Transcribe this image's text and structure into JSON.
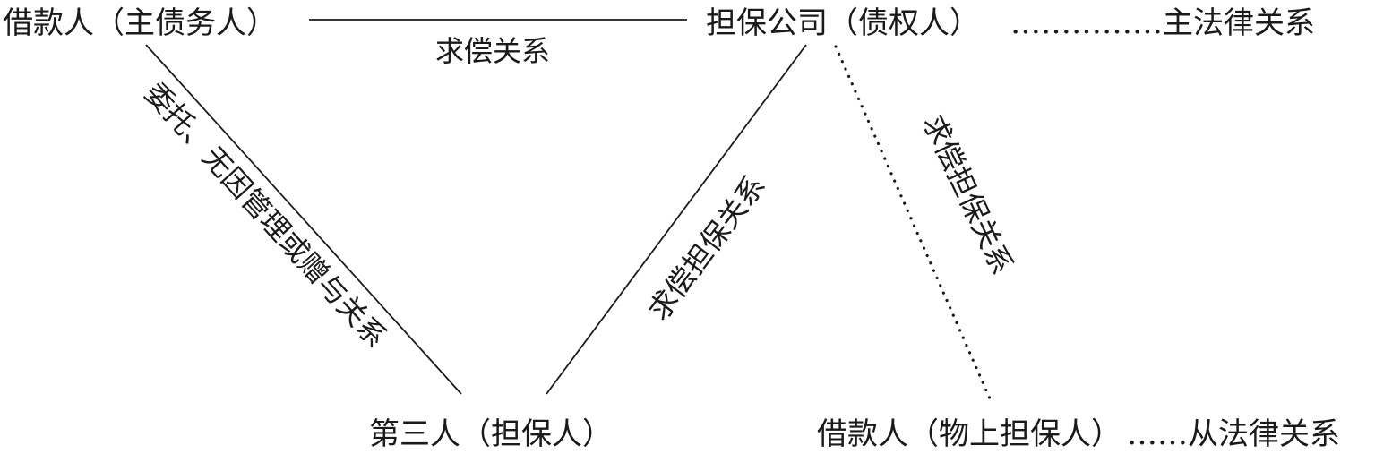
{
  "nodes": {
    "borrower_main": "借款人（主债务人）",
    "guarantee_company": "担保公司（债权人）",
    "main_relation_note": "……………主法律关系",
    "third_party": "第三人（担保人）",
    "borrower_collateral": "借款人（物上担保人）",
    "secondary_relation_note": "……从法律关系"
  },
  "edges": {
    "recourse": "求偿关系",
    "entrustment": "委托、无因管理或赠与关系",
    "recourse_guarantee_left": "求偿担保关系",
    "recourse_guarantee_right": "求偿担保关系"
  }
}
